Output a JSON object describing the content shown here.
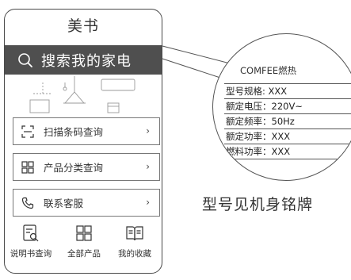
{
  "app": {
    "title": "美书"
  },
  "search": {
    "label": "搜索我的家电",
    "icon": "search-icon"
  },
  "menu": [
    {
      "label": "扫描条码查询",
      "icon": "barcode-scan-icon",
      "chevron": "›"
    },
    {
      "label": "产品分类查询",
      "icon": "grid-category-icon",
      "chevron": "›"
    },
    {
      "label": "联系客服",
      "icon": "phone-icon",
      "chevron": "›"
    }
  ],
  "bottom_nav": [
    {
      "label": "说明书查询",
      "icon": "manual-search-icon"
    },
    {
      "label": "全部产品",
      "icon": "grid-products-icon"
    },
    {
      "label": "我的收藏",
      "icon": "open-book-icon"
    }
  ],
  "nameplate": {
    "header": "COMFEE燃热",
    "rows": [
      "型号规格: XXX",
      "额定电压：220V~",
      "额定频率：50Hz",
      "额定功率：XXX",
      "燃料功率：XXX"
    ]
  },
  "caption": "型号见机身铭牌",
  "colors": {
    "search_bar_bg": "#4f4f4f",
    "border": "#555555",
    "text": "#333333"
  }
}
